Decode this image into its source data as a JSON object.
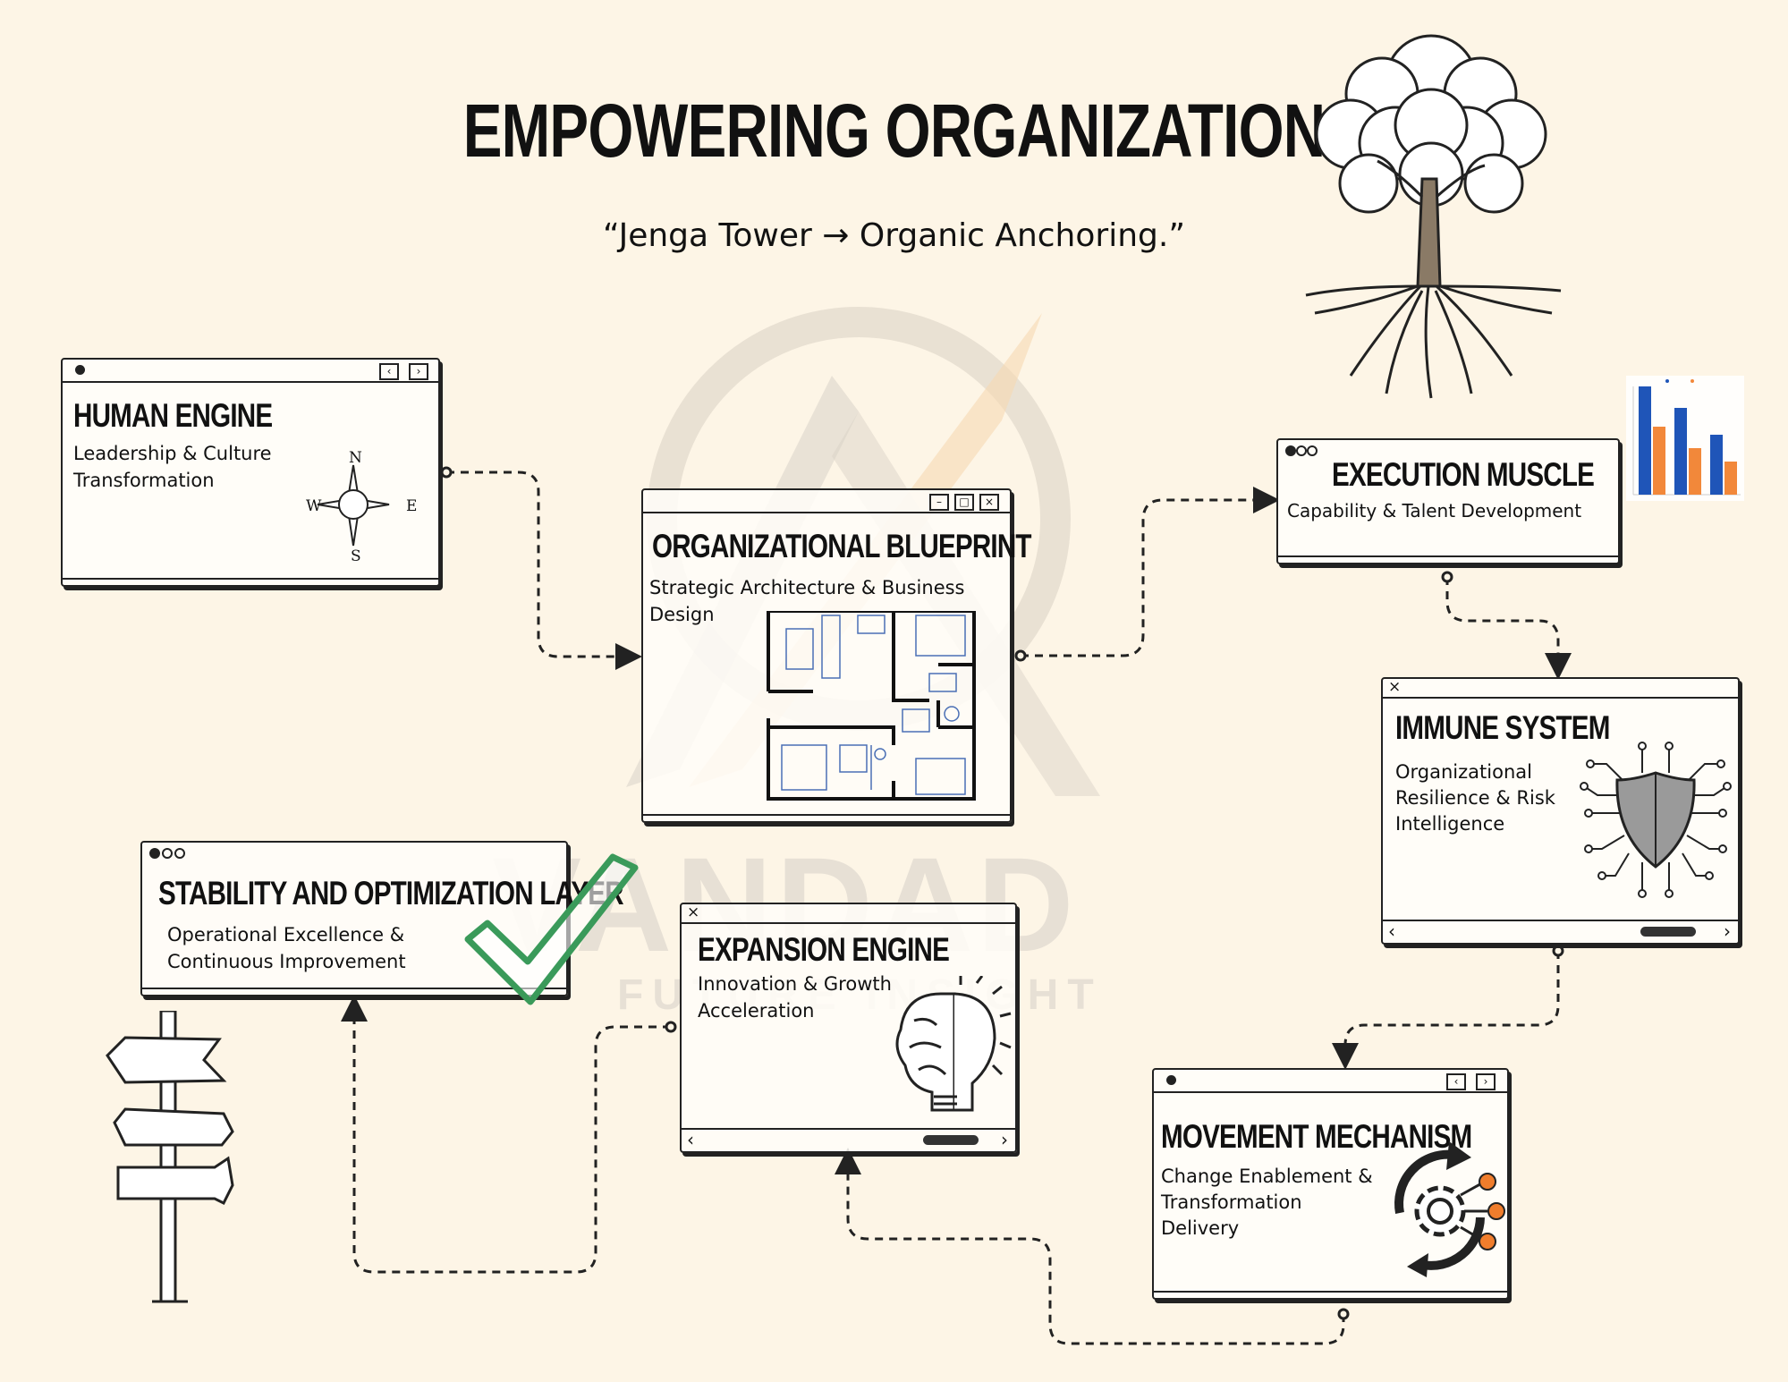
{
  "title": "EMPOWERING ORGANIZATION",
  "subtitle": "“Jenga Tower → Organic Anchoring.”",
  "watermark": {
    "name": "VANDAD",
    "tagline": "FUTURE INSIGHT"
  },
  "compass": {
    "n": "N",
    "w": "W",
    "e": "E",
    "s": "S"
  },
  "colors": {
    "background": "#fdf5e6",
    "blueprint": "#4a6fb5",
    "check": "#3a9a5a",
    "bar_blue": "#1f55b8",
    "bar_orange": "#f2883a",
    "accent_orange": "#f07d2c"
  },
  "boxes": {
    "human_engine": {
      "title": "HUMAN ENGINE",
      "desc": "Leadership & Culture Transformation",
      "icon": "compass-icon"
    },
    "blueprint": {
      "title": "ORGANIZATIONAL BLUEPRINT",
      "desc": "Strategic Architecture & Business Design",
      "icon": "floor-plan-icon"
    },
    "execution": {
      "title": "EXECUTION MUSCLE",
      "desc": "Capability & Talent Development",
      "icon": "bar-chart-icon"
    },
    "immune": {
      "title": "IMMUNE SYSTEM",
      "desc": "Organizational Resilience & Risk Intelligence",
      "icon": "shield-circuit-icon"
    },
    "movement": {
      "title": "MOVEMENT MECHANISM",
      "desc": "Change Enablement & Transformation Delivery",
      "icon": "gear-cycle-icon"
    },
    "expansion": {
      "title": "EXPANSION ENGINE",
      "desc": "Innovation & Growth Acceleration",
      "icon": "brain-bulb-icon"
    },
    "stability": {
      "title": "STABILITY AND OPTIMIZATION LAYER",
      "desc": "Operational Excellence & Continuous Improvement",
      "icon": "checkmark-icon"
    }
  },
  "decorations": [
    "tree-icon",
    "signpost-icon"
  ]
}
